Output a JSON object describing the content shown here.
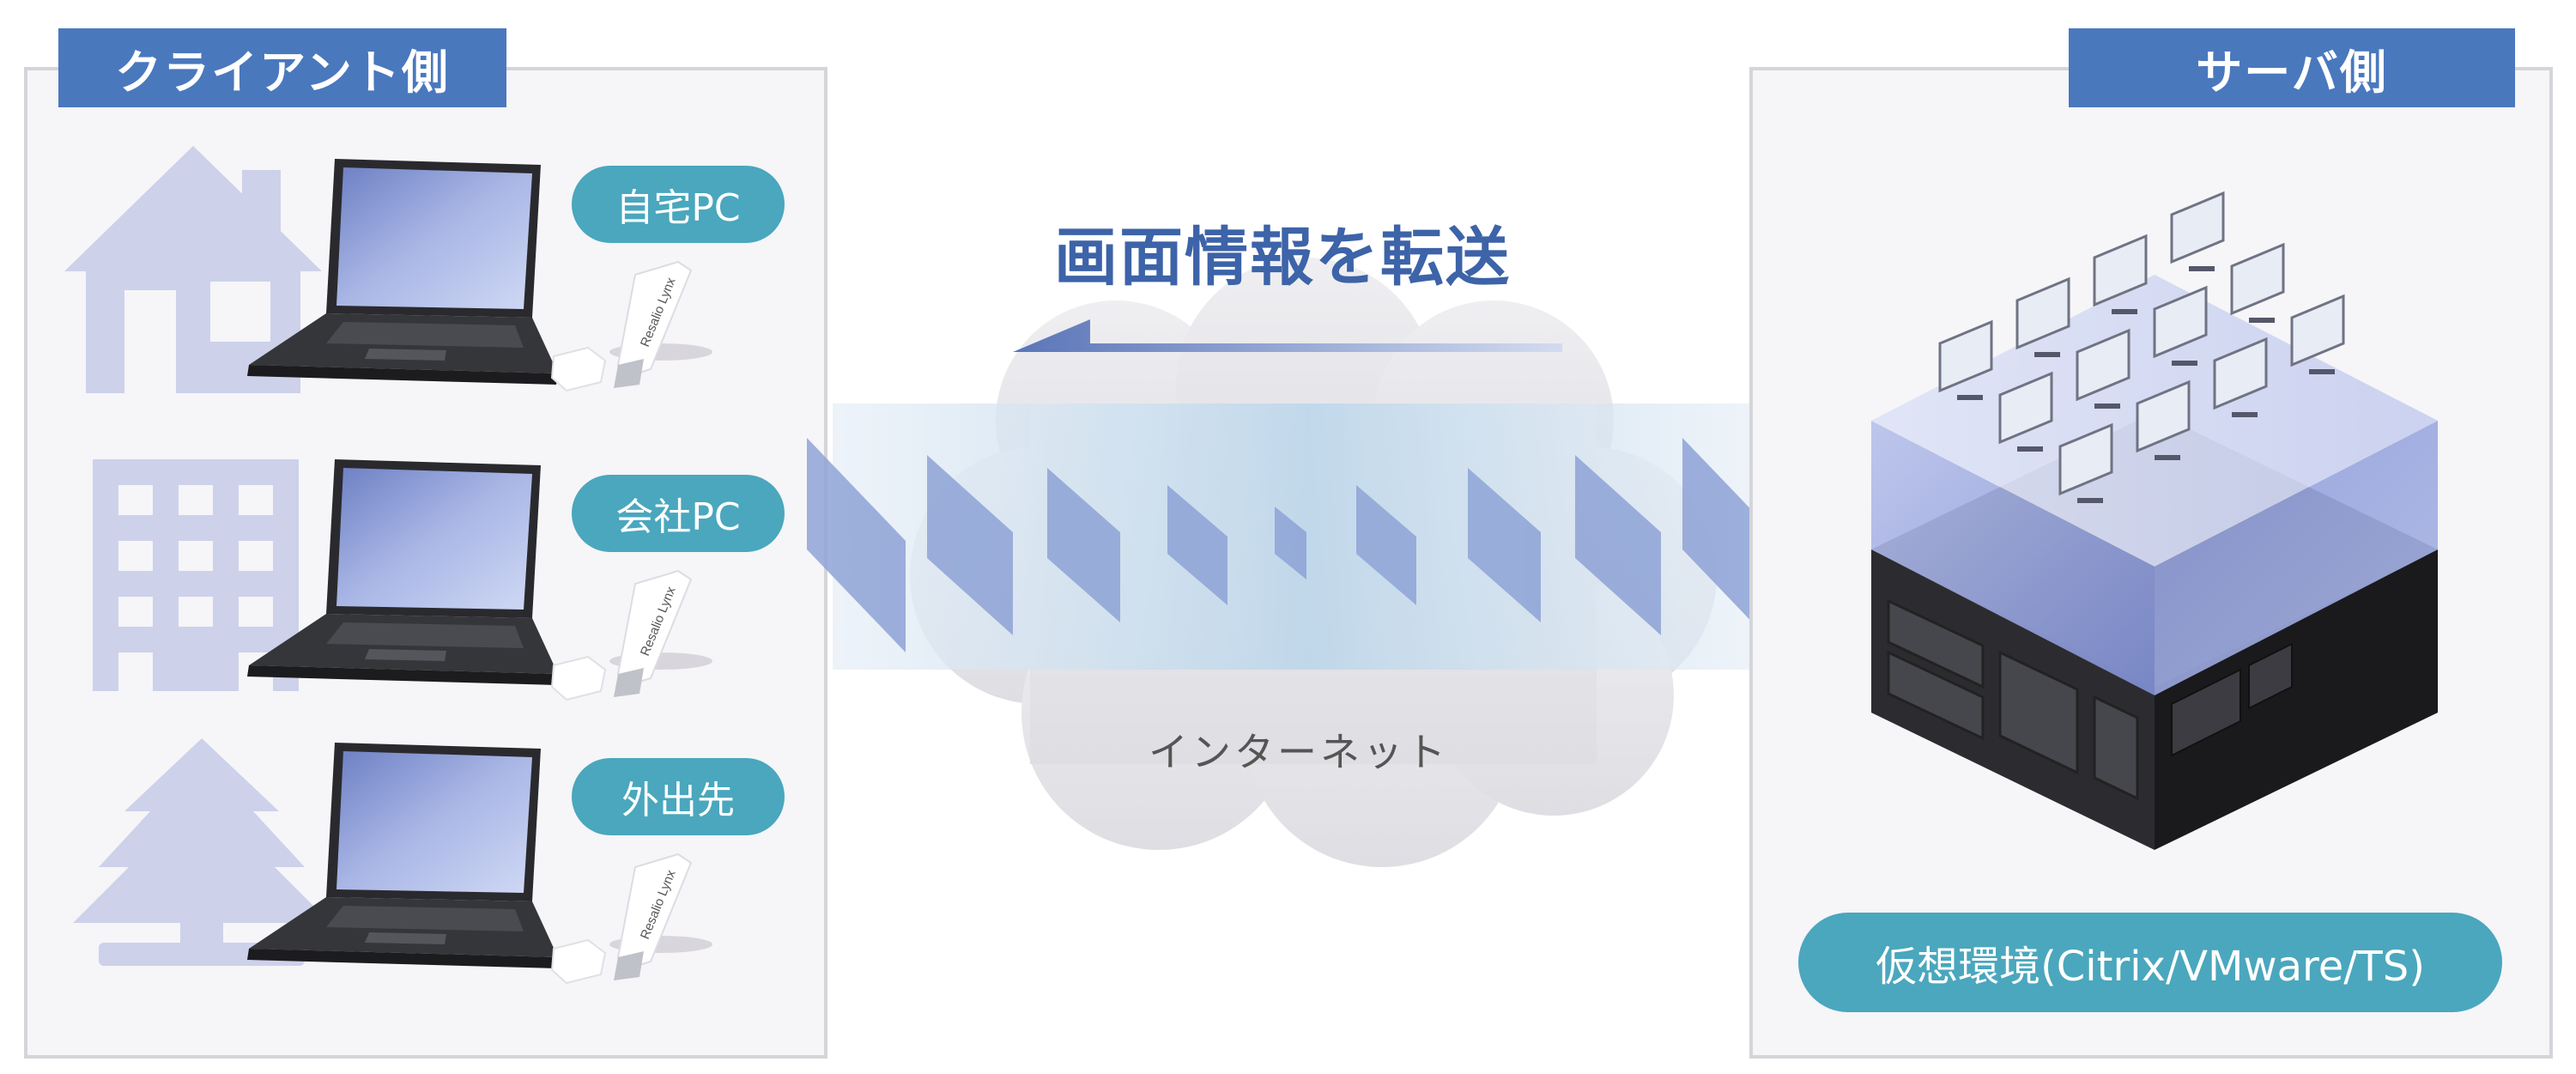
{
  "client_panel": {
    "title": "クライアント側"
  },
  "server_panel": {
    "title": "サーバ側"
  },
  "devices": [
    {
      "label": "自宅PC",
      "location_icon": "house-icon"
    },
    {
      "label": "会社PC",
      "location_icon": "office-building-icon"
    },
    {
      "label": "外出先",
      "location_icon": "tree-icon"
    }
  ],
  "transfer": {
    "heading": "画面情報を転送"
  },
  "network": {
    "label": "インターネット"
  },
  "usb_brand": "Resalio Lynx",
  "server": {
    "label": "仮想環境(Citrix/VMware/TS)"
  },
  "colors": {
    "panel_title": "#4a78bd",
    "pill": "#4aa7bd",
    "heading": "#3d63a8",
    "packet": "#8ea3d6"
  }
}
